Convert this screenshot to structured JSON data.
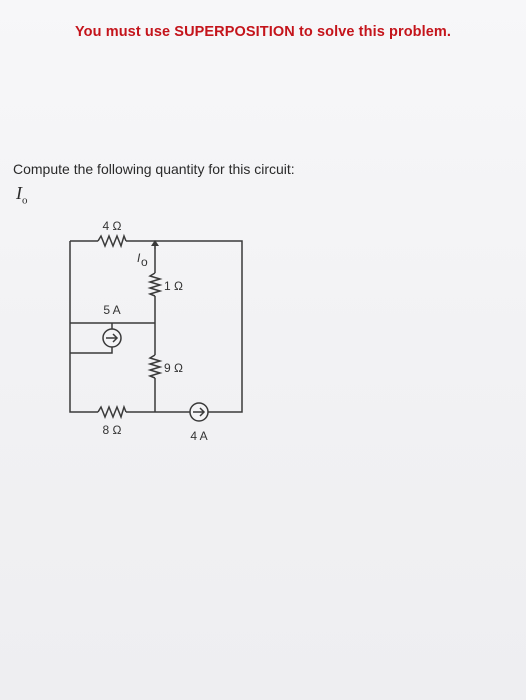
{
  "instruction": "You must use SUPERPOSITION to solve this problem.",
  "prompt": "Compute the following quantity for this circuit:",
  "quantity": {
    "symbol": "I",
    "subscript": "o"
  },
  "circuit": {
    "r4_label": "4 Ω",
    "r1_label": "1 Ω",
    "r9_label": "9 Ω",
    "r8_label": "8 Ω",
    "cs5_label": "5 A",
    "cs4_label": "4 A",
    "io_symbol": "I",
    "io_subscript": "o"
  }
}
